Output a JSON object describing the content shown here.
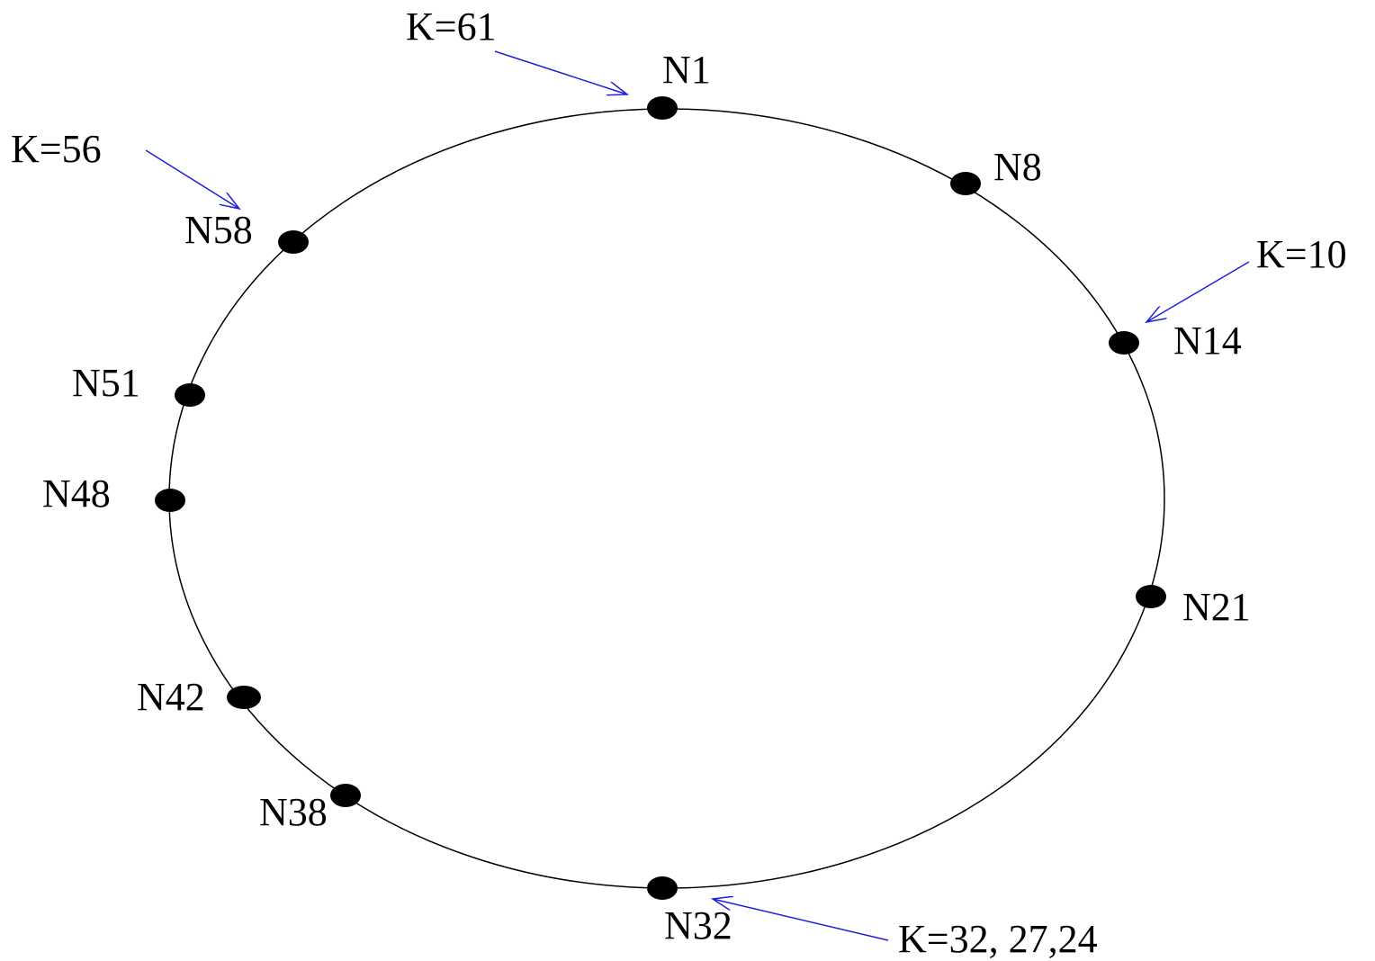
{
  "diagram": {
    "ring_color": "#000000",
    "node_color": "#000000",
    "arrow_color": "#1f1fdc",
    "nodes": [
      {
        "id": "n1",
        "label": "N1"
      },
      {
        "id": "n8",
        "label": "N8"
      },
      {
        "id": "n14",
        "label": "N14"
      },
      {
        "id": "n21",
        "label": "N21"
      },
      {
        "id": "n32",
        "label": "N32"
      },
      {
        "id": "n38",
        "label": "N38"
      },
      {
        "id": "n42",
        "label": "N42"
      },
      {
        "id": "n48",
        "label": "N48"
      },
      {
        "id": "n51",
        "label": "N51"
      },
      {
        "id": "n58",
        "label": "N58"
      }
    ],
    "keys": [
      {
        "id": "k61",
        "label": "K=61",
        "target": "n1"
      },
      {
        "id": "k56",
        "label": "K=56",
        "target": "n58"
      },
      {
        "id": "k10",
        "label": "K=10",
        "target": "n14"
      },
      {
        "id": "k32",
        "label": "K=32, 27,24",
        "target": "n32"
      }
    ]
  }
}
